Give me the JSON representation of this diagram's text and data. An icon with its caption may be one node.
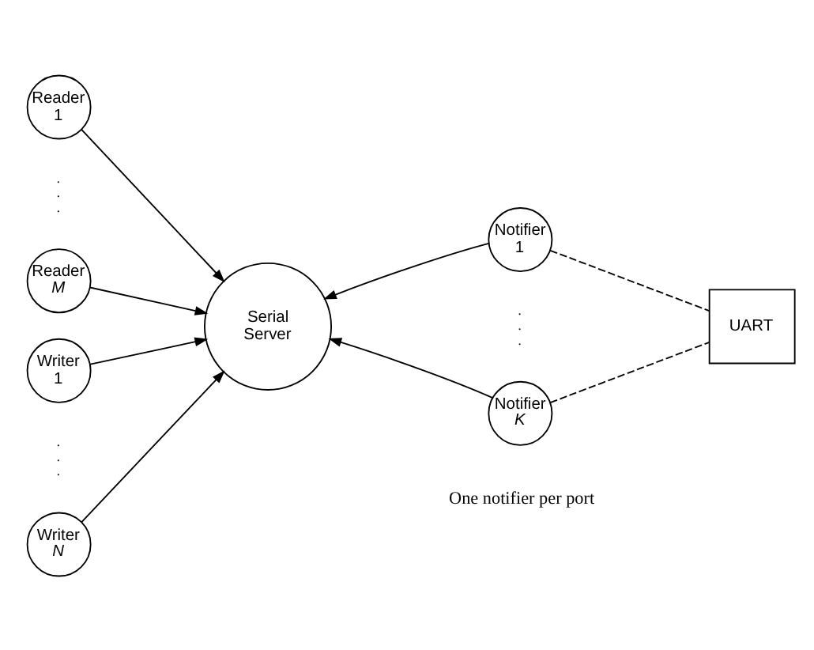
{
  "diagram": {
    "nodes": [
      {
        "text": [
          "Reader 1"
        ]
      },
      {
        "text": [
          "Reader *M*"
        ]
      },
      {
        "text": [
          "Writer 1"
        ]
      },
      {
        "text": [
          "Writer *N*"
        ]
      },
      {
        "text": [
          "Serial Server"
        ]
      },
      {
        "text": [
          "Notifier 1"
        ]
      },
      {
        "text": [
          "Notifier *K*"
        ]
      },
      {
        "text": [
          "UART"
        ]
      }
    ],
    "edges": [
      {
        "from": 0,
        "to": 4,
        "arrow": "to"
      },
      {
        "from": 1,
        "to": 4,
        "arrow": "to"
      },
      {
        "from": 2,
        "to": 4,
        "arrow": "to"
      },
      {
        "from": 3,
        "to": 4,
        "arrow": "to"
      },
      {
        "from": 5,
        "to": 4,
        "arrow": "to"
      },
      {
        "from": 6,
        "to": 4,
        "arrow": "to"
      },
      {
        "from": 5,
        "to": 7,
        "arrow": "none",
        "style": "dashed"
      },
      {
        "from": 6,
        "to": 7,
        "arrow": "none",
        "style": "dashed"
      }
    ],
    "labels": [
      ". . .",
      ". . .",
      ". . .",
      "One notifier per port"
    ]
  }
}
